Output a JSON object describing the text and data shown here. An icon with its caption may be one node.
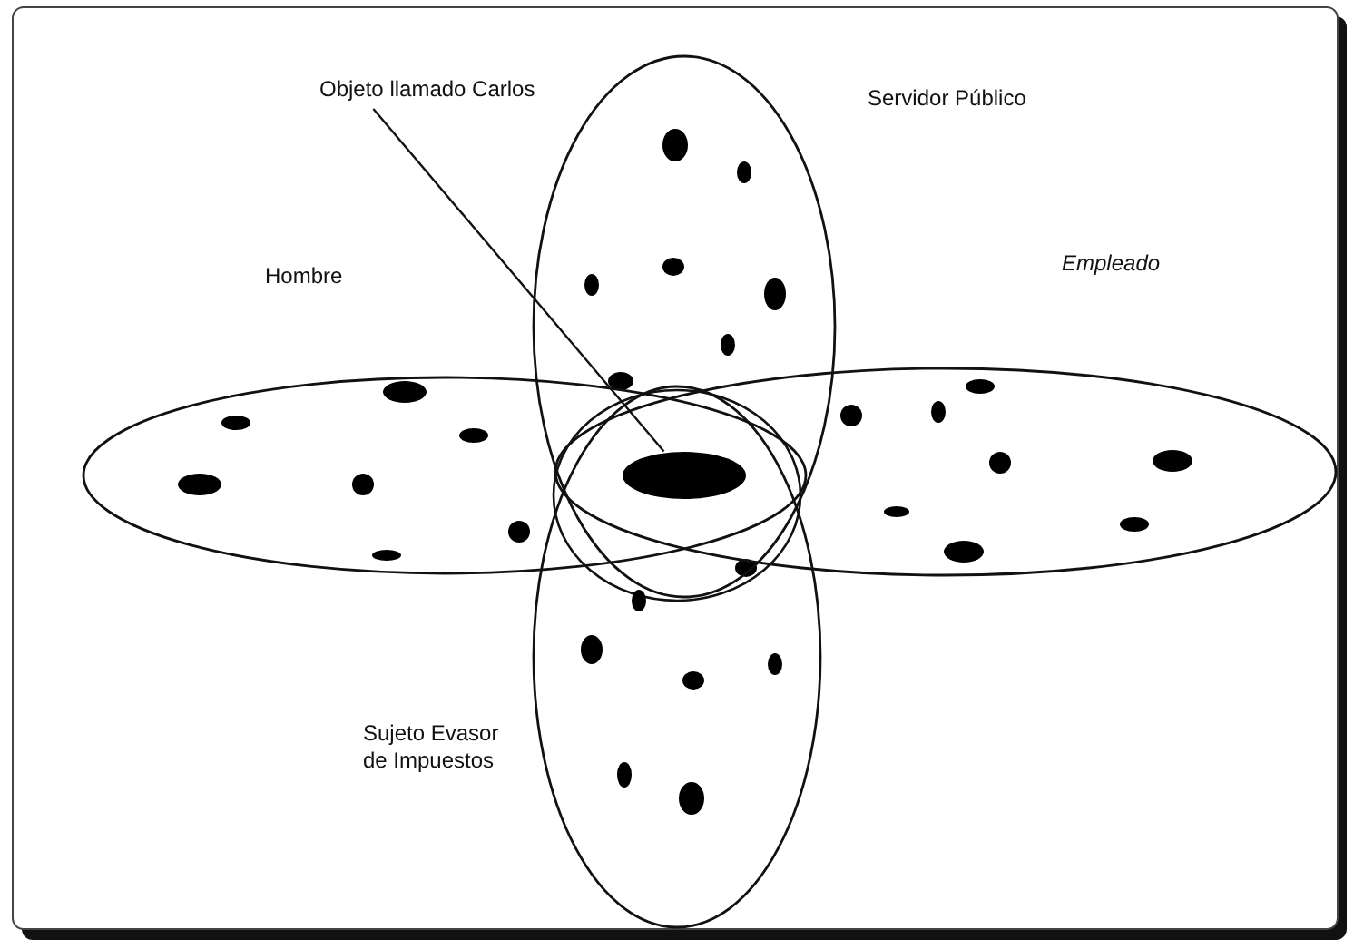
{
  "diagram": {
    "nodes": [
      {
        "text": [
          "Servidor Público"
        ]
      },
      {
        "text": [
          "Hombre"
        ]
      },
      {
        "text": [
          "Empleado"
        ]
      },
      {
        "text": [
          "Sujeto Evasor de Impuestos"
        ]
      },
      {
        "text": [
          "Objeto llamado Carlos"
        ]
      },
      {
        "text": [],
        "shape": "ellipse"
      }
    ],
    "edges": [
      {
        "from": 4,
        "to": 5,
        "arrow": "none"
      }
    ]
  }
}
